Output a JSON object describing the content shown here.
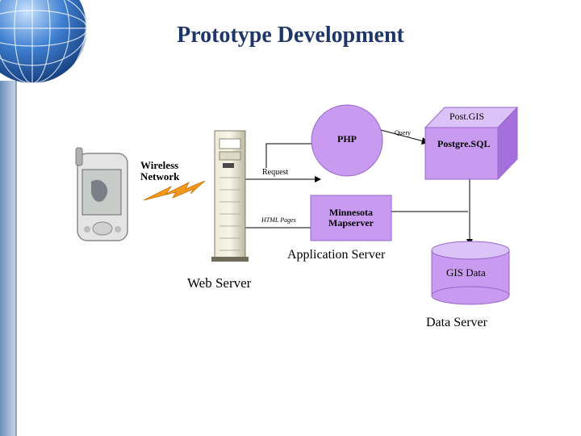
{
  "slide": {
    "title": "Prototype Development"
  },
  "labels": {
    "wireless_network": "Wireless Network",
    "web_server": "Web Server",
    "php": "PHP",
    "query": "Query",
    "request": "Request",
    "html_pages": "HTML Pages",
    "minnesota_mapserver": "Minnesota Mapserver",
    "application_server": "Application Server",
    "postgis": "Post.GIS",
    "postgresql": "Postgre.SQL",
    "gis_data": "GIS Data",
    "data_server": "Data Server"
  },
  "colors": {
    "title": "#1f3768",
    "node_fill": "#c89af0",
    "node_stroke": "#9966cc",
    "cube_top": "#dcc3f7",
    "cube_side": "#a670dc",
    "sidebar": "#8aa9cb",
    "lightning": "#f39a1e"
  },
  "icons": [
    "globe-icon",
    "pda-icon",
    "server-tower-icon",
    "lightning-icon"
  ]
}
